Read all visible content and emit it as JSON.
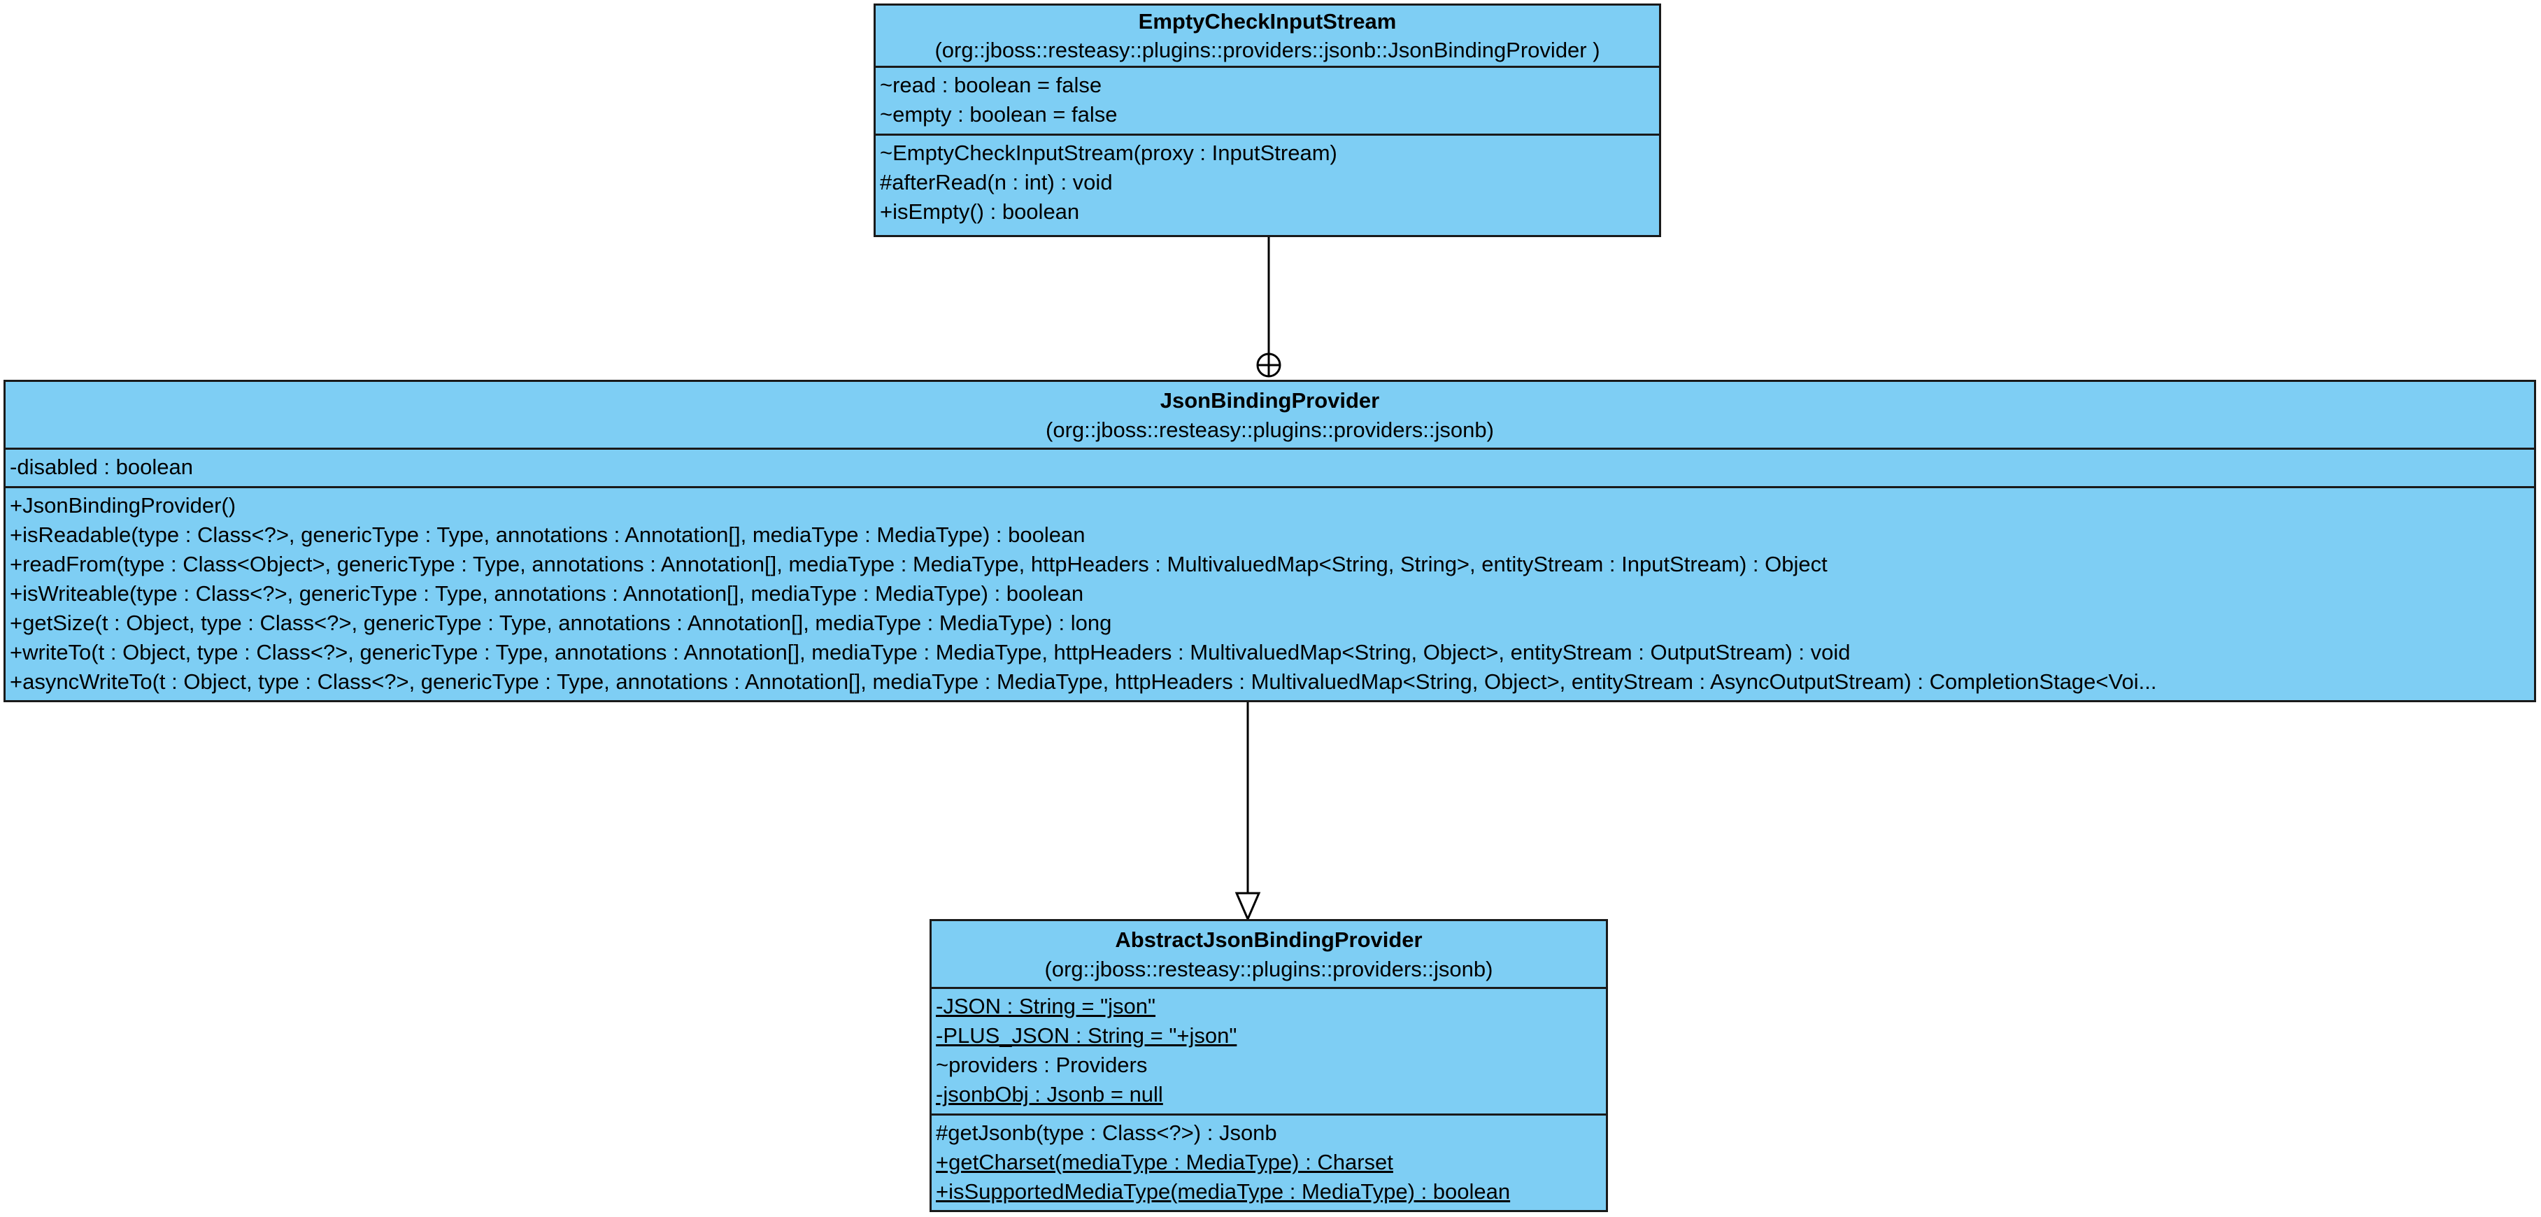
{
  "diagram": {
    "classes": {
      "empty_check": {
        "name": "EmptyCheckInputStream",
        "package": "(org::jboss::resteasy::plugins::providers::jsonb::JsonBindingProvider )",
        "attributes": [
          {
            "text": "~read : boolean = false",
            "static": false
          },
          {
            "text": "~empty : boolean = false",
            "static": false
          }
        ],
        "operations": [
          {
            "text": "~EmptyCheckInputStream(proxy : InputStream)",
            "static": false
          },
          {
            "text": "#afterRead(n : int) : void",
            "static": false
          },
          {
            "text": "+isEmpty() : boolean",
            "static": false
          }
        ]
      },
      "json_binding_provider": {
        "name": "JsonBindingProvider",
        "package": "(org::jboss::resteasy::plugins::providers::jsonb)",
        "attributes": [
          {
            "text": "-disabled : boolean",
            "static": false
          }
        ],
        "operations": [
          {
            "text": "+JsonBindingProvider()",
            "static": false
          },
          {
            "text": "+isReadable(type : Class<?>, genericType : Type, annotations : Annotation[], mediaType : MediaType) : boolean",
            "static": false
          },
          {
            "text": "+readFrom(type : Class<Object>, genericType : Type, annotations : Annotation[], mediaType : MediaType, httpHeaders : MultivaluedMap<String, String>, entityStream : InputStream) : Object",
            "static": false
          },
          {
            "text": "+isWriteable(type : Class<?>, genericType : Type, annotations : Annotation[], mediaType : MediaType) : boolean",
            "static": false
          },
          {
            "text": "+getSize(t : Object, type : Class<?>, genericType : Type, annotations : Annotation[], mediaType : MediaType) : long",
            "static": false
          },
          {
            "text": "+writeTo(t : Object, type : Class<?>, genericType : Type, annotations : Annotation[], mediaType : MediaType, httpHeaders : MultivaluedMap<String, Object>, entityStream : OutputStream) : void",
            "static": false
          },
          {
            "text": "+asyncWriteTo(t : Object, type : Class<?>, genericType : Type, annotations : Annotation[], mediaType : MediaType, httpHeaders : MultivaluedMap<String, Object>, entityStream : AsyncOutputStream) : CompletionStage<Voi...",
            "static": false
          }
        ]
      },
      "abstract_json_binding_provider": {
        "name": "AbstractJsonBindingProvider",
        "package": "(org::jboss::resteasy::plugins::providers::jsonb)",
        "attributes": [
          {
            "text": "-JSON : String = \"json\"",
            "static": true
          },
          {
            "text": "-PLUS_JSON : String = \"+json\"",
            "static": true
          },
          {
            "text": "~providers : Providers",
            "static": false
          },
          {
            "text": "-jsonbObj : Jsonb = null",
            "static": true
          }
        ],
        "operations": [
          {
            "text": "#getJsonb(type : Class<?>) : Jsonb",
            "static": false
          },
          {
            "text": "+getCharset(mediaType : MediaType) : Charset",
            "static": true
          },
          {
            "text": "+isSupportedMediaType(mediaType : MediaType) : boolean",
            "static": true
          }
        ]
      }
    },
    "relations": [
      {
        "type": "nesting",
        "from": "empty_check",
        "to": "json_binding_provider"
      },
      {
        "type": "generalization",
        "from": "json_binding_provider",
        "to": "abstract_json_binding_provider"
      }
    ],
    "colors": {
      "class_fill": "#7ecef4",
      "border": "#1a1a1a",
      "line": "#000000"
    }
  }
}
